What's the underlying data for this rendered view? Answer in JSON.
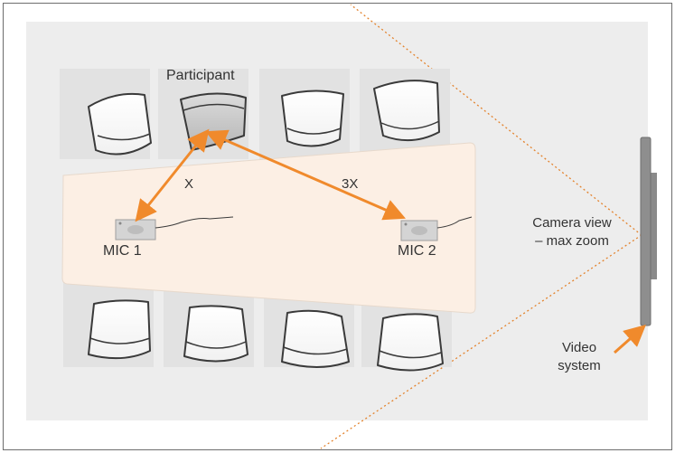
{
  "labels": {
    "participant": "Participant",
    "mic1": "MIC 1",
    "mic2": "MIC 2",
    "distance_near": "X",
    "distance_far": "3X",
    "camera_view_line1": "Camera view",
    "camera_view_line2": "– max zoom",
    "video_system_line1": "Video",
    "video_system_line2": "system"
  },
  "colors": {
    "accent": "#f08a2c",
    "room": "#ededed",
    "table": "#fcefe4",
    "chair": "#ffffff",
    "participant_chair": "#c9c9c9",
    "outline": "#3a3a3a",
    "screen": "#8a8a8a"
  },
  "icons": {
    "microphone": "mic-icon",
    "arrow": "double-arrow-icon",
    "screen": "video-system-icon"
  }
}
